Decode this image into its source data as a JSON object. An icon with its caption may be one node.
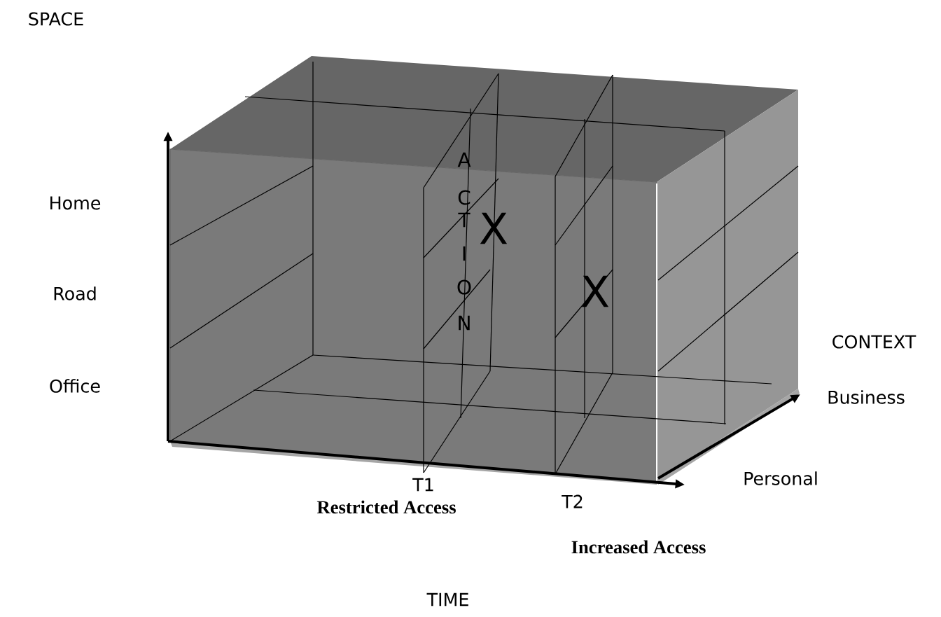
{
  "diagram": {
    "labels": [
      "SPACE",
      "A",
      "C",
      "T",
      "X",
      "I",
      "O",
      "N",
      "X",
      "Home",
      "Road",
      "CONTEXT",
      "Office",
      "Business",
      "Personal",
      "T1",
      "T2",
      "Restricted Access",
      "Increased Access",
      "TIME"
    ]
  }
}
